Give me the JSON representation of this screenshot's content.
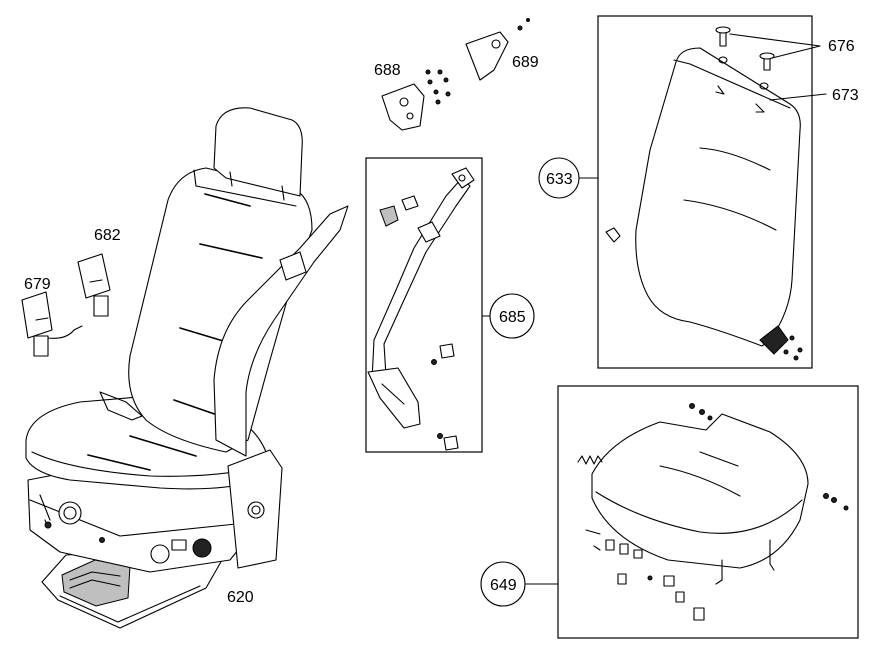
{
  "diagram": {
    "part_labels": {
      "seat_assembly": "620",
      "seatbelt_buckle_679": "679",
      "seatbelt_buckle_682": "682",
      "bracket_688": "688",
      "bracket_689": "689",
      "seatbelt_assembly": "685",
      "backrest_group": "633",
      "screws": "676",
      "backrest_cover": "673",
      "cushion_group": "649"
    }
  }
}
